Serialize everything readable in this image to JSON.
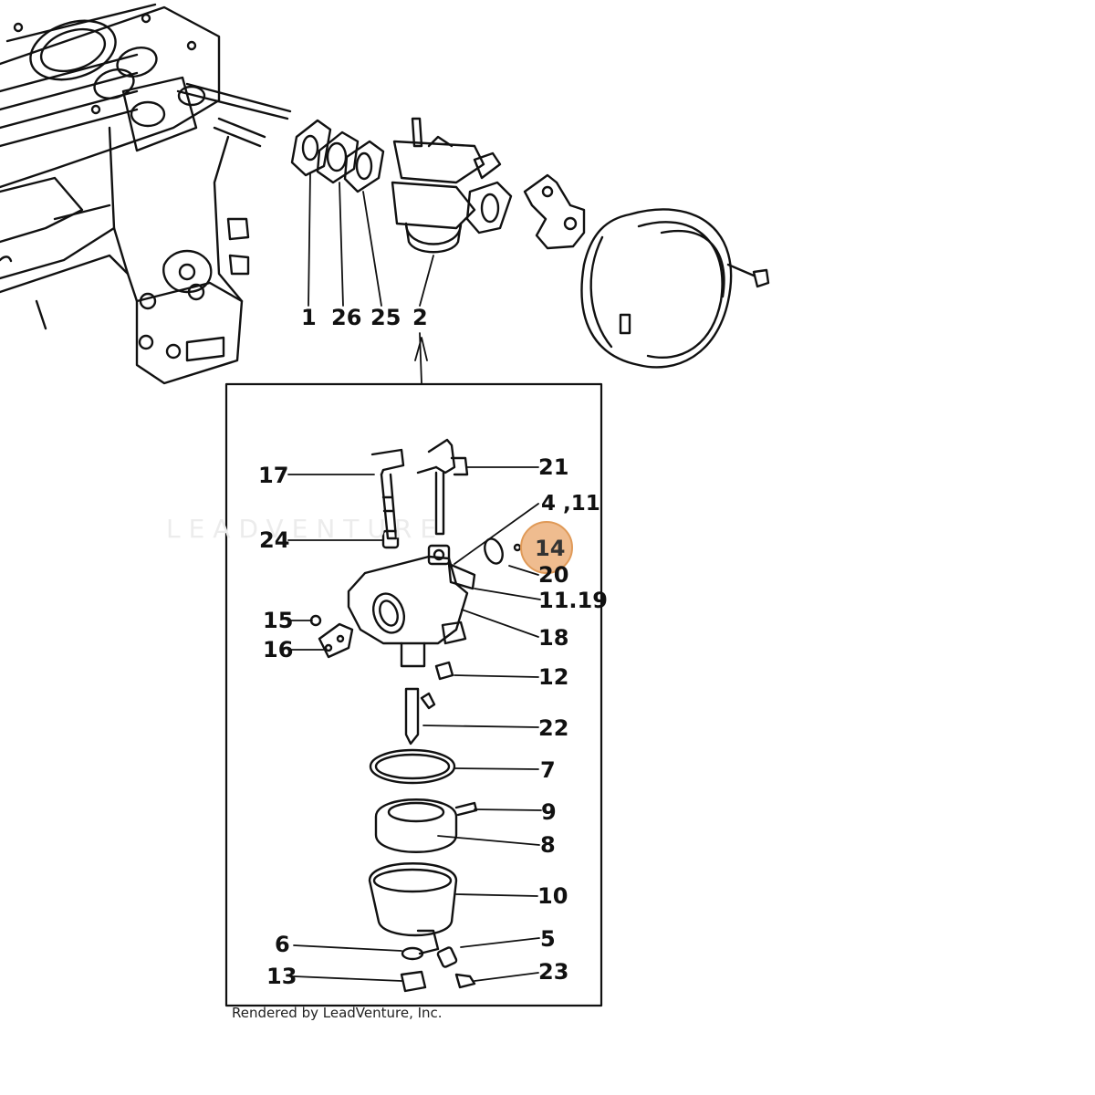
{
  "diagram": {
    "watermark_text": "LEADVENTURE",
    "credit_text": "Rendered by LeadVenture, Inc.",
    "highlight_color": "#e9a66a",
    "line_color": "#111111",
    "callouts_top": [
      "1",
      "26",
      "25",
      "2"
    ],
    "callouts_detail": {
      "c17": "17",
      "c21": "21",
      "c4_11": "4 ,11",
      "c24": "24",
      "c14": "14",
      "c20": "20",
      "c11_19": "11.19",
      "c15": "15",
      "c18": "18",
      "c16": "16",
      "c12": "12",
      "c22": "22",
      "c7": "7",
      "c9": "9",
      "c8": "8",
      "c10": "10",
      "c6": "6",
      "c5": "5",
      "c13": "13",
      "c23": "23"
    },
    "selected_callout": "14"
  }
}
